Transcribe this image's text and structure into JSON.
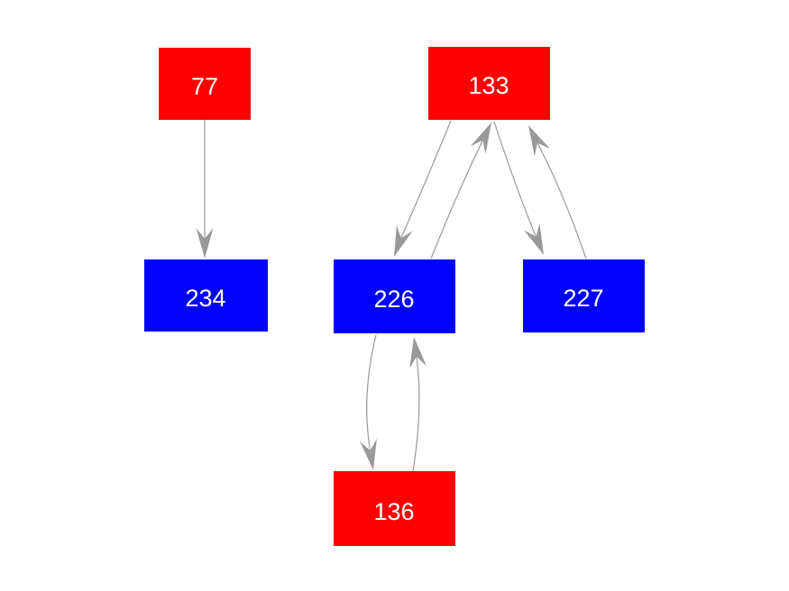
{
  "diagram": {
    "type": "directed-graph",
    "background": "#ffffff",
    "colors": {
      "red_node": "#ff0000",
      "blue_node": "#0000ff",
      "edge": "#999999",
      "label_text": "#ffffff"
    },
    "nodes": [
      {
        "id": "77",
        "label": "77",
        "color": "red",
        "fill": "#ff0000"
      },
      {
        "id": "133",
        "label": "133",
        "color": "red",
        "fill": "#ff0000"
      },
      {
        "id": "234",
        "label": "234",
        "color": "blue",
        "fill": "#0000ff"
      },
      {
        "id": "226",
        "label": "226",
        "color": "blue",
        "fill": "#0000ff"
      },
      {
        "id": "227",
        "label": "227",
        "color": "blue",
        "fill": "#0000ff"
      },
      {
        "id": "136",
        "label": "136",
        "color": "red",
        "fill": "#ff0000"
      }
    ],
    "edges": [
      {
        "from": "77",
        "to": "234"
      },
      {
        "from": "133",
        "to": "226"
      },
      {
        "from": "226",
        "to": "133"
      },
      {
        "from": "133",
        "to": "227"
      },
      {
        "from": "227",
        "to": "133"
      },
      {
        "from": "226",
        "to": "136"
      },
      {
        "from": "136",
        "to": "226"
      }
    ]
  }
}
